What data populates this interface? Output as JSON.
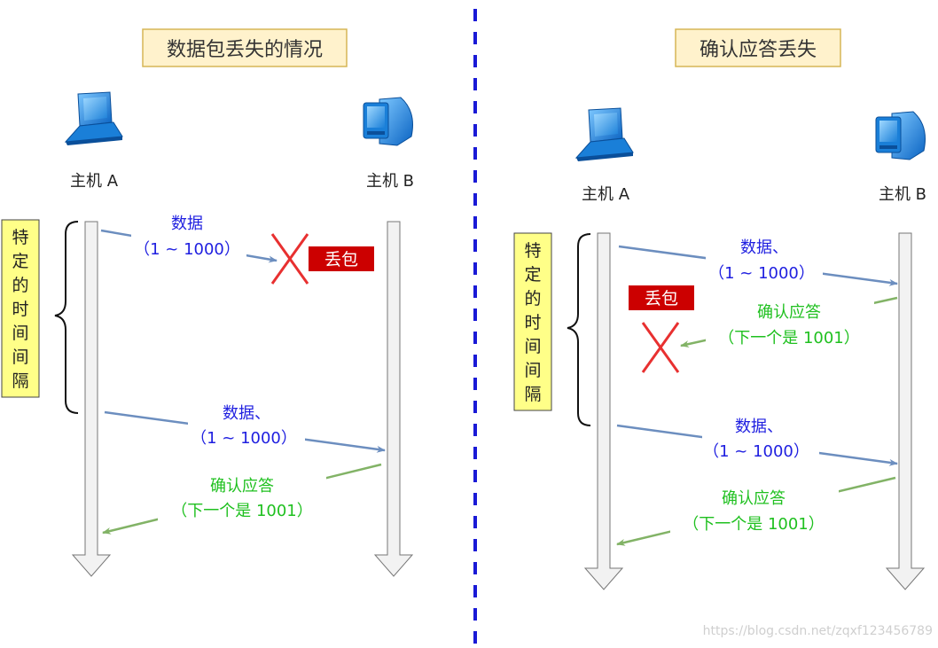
{
  "left": {
    "title": "数据包丢失的情况",
    "host_a": "主机 A",
    "host_b": "主机 B",
    "interval_chars": [
      "特",
      "定",
      "的",
      "时",
      "间",
      "间",
      "隔"
    ],
    "msg1_line1": "数据",
    "msg1_line2": "（1 ~ 1000）",
    "lost_label": "丢包",
    "msg2_line1": "数据、",
    "msg2_line2": "（1 ~ 1000）",
    "ack_line1": "确认应答",
    "ack_line2": "（下一个是 1001）"
  },
  "right": {
    "title": "确认应答丢失",
    "host_a": "主机 A",
    "host_b": "主机 B",
    "interval_chars": [
      "特",
      "定",
      "的",
      "时",
      "间",
      "间",
      "隔"
    ],
    "msg1_line1": "数据、",
    "msg1_line2": "（1 ~ 1000）",
    "lost_label": "丢包",
    "ack1_line1": "确认应答",
    "ack1_line2": "（下一个是 1001）",
    "msg2_line1": "数据、",
    "msg2_line2": "（1 ~ 1000）",
    "ack2_line1": "确认应答",
    "ack2_line2": "（下一个是 1001）"
  },
  "watermark": "https://blog.csdn.net/zqxf123456789",
  "colors": {
    "title_bg": "#fff2cc",
    "title_border": "#d6b656",
    "interval_bg": "#ffff88",
    "blue_text": "#1f1fe0",
    "green_text": "#1fc01f",
    "data_arrow": "#6c8ebf",
    "ack_arrow": "#82b366",
    "cross": "#e83030",
    "lost_bg": "#cc0000",
    "divider": "#1a1ad6"
  }
}
